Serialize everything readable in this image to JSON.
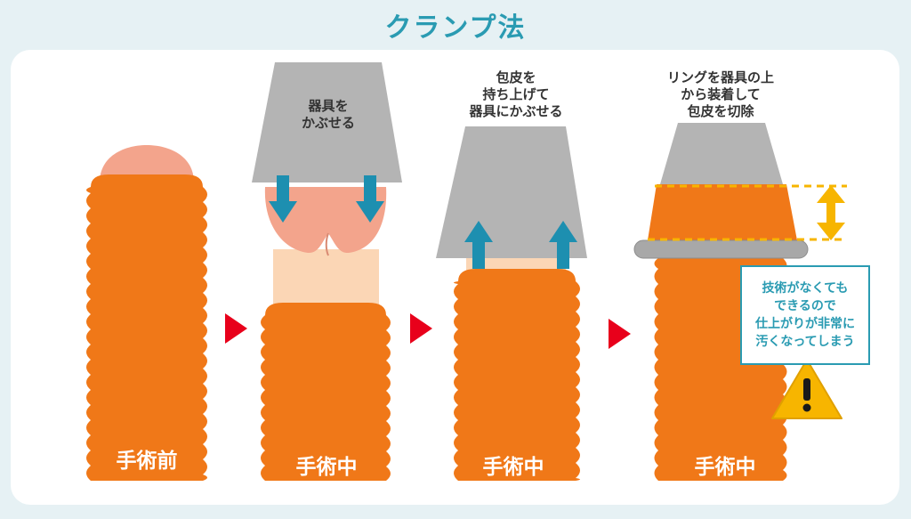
{
  "title": "クランプ法",
  "steps": [
    {
      "stage": "手術前",
      "caption": ""
    },
    {
      "stage": "手術中",
      "caption": "器具を\nかぶせる"
    },
    {
      "stage": "手術中",
      "caption": "包皮を\n持ち上げて\n器具にかぶせる"
    },
    {
      "stage": "手術中",
      "caption": "リングを器具の上\nから装着して\n包皮を切除"
    }
  ],
  "warning": "技術がなくても\nできるので\n仕上がりが非常に\n汚くなってしまう",
  "colors": {
    "title": "#2a9bb2",
    "foreskin": "#f07818",
    "glans": "#f3a48c",
    "shaft": "#fbd6b5",
    "device": "#b4b4b4",
    "arrow_blue": "#1d8fb0",
    "arrow_yellow": "#f7b500",
    "triangle_red": "#e8001b",
    "warning_border": "#2a9bb2"
  },
  "icons": [
    "down-arrow-icon",
    "up-arrow-icon",
    "step-arrow-icon",
    "double-arrow-icon",
    "warning-icon"
  ]
}
